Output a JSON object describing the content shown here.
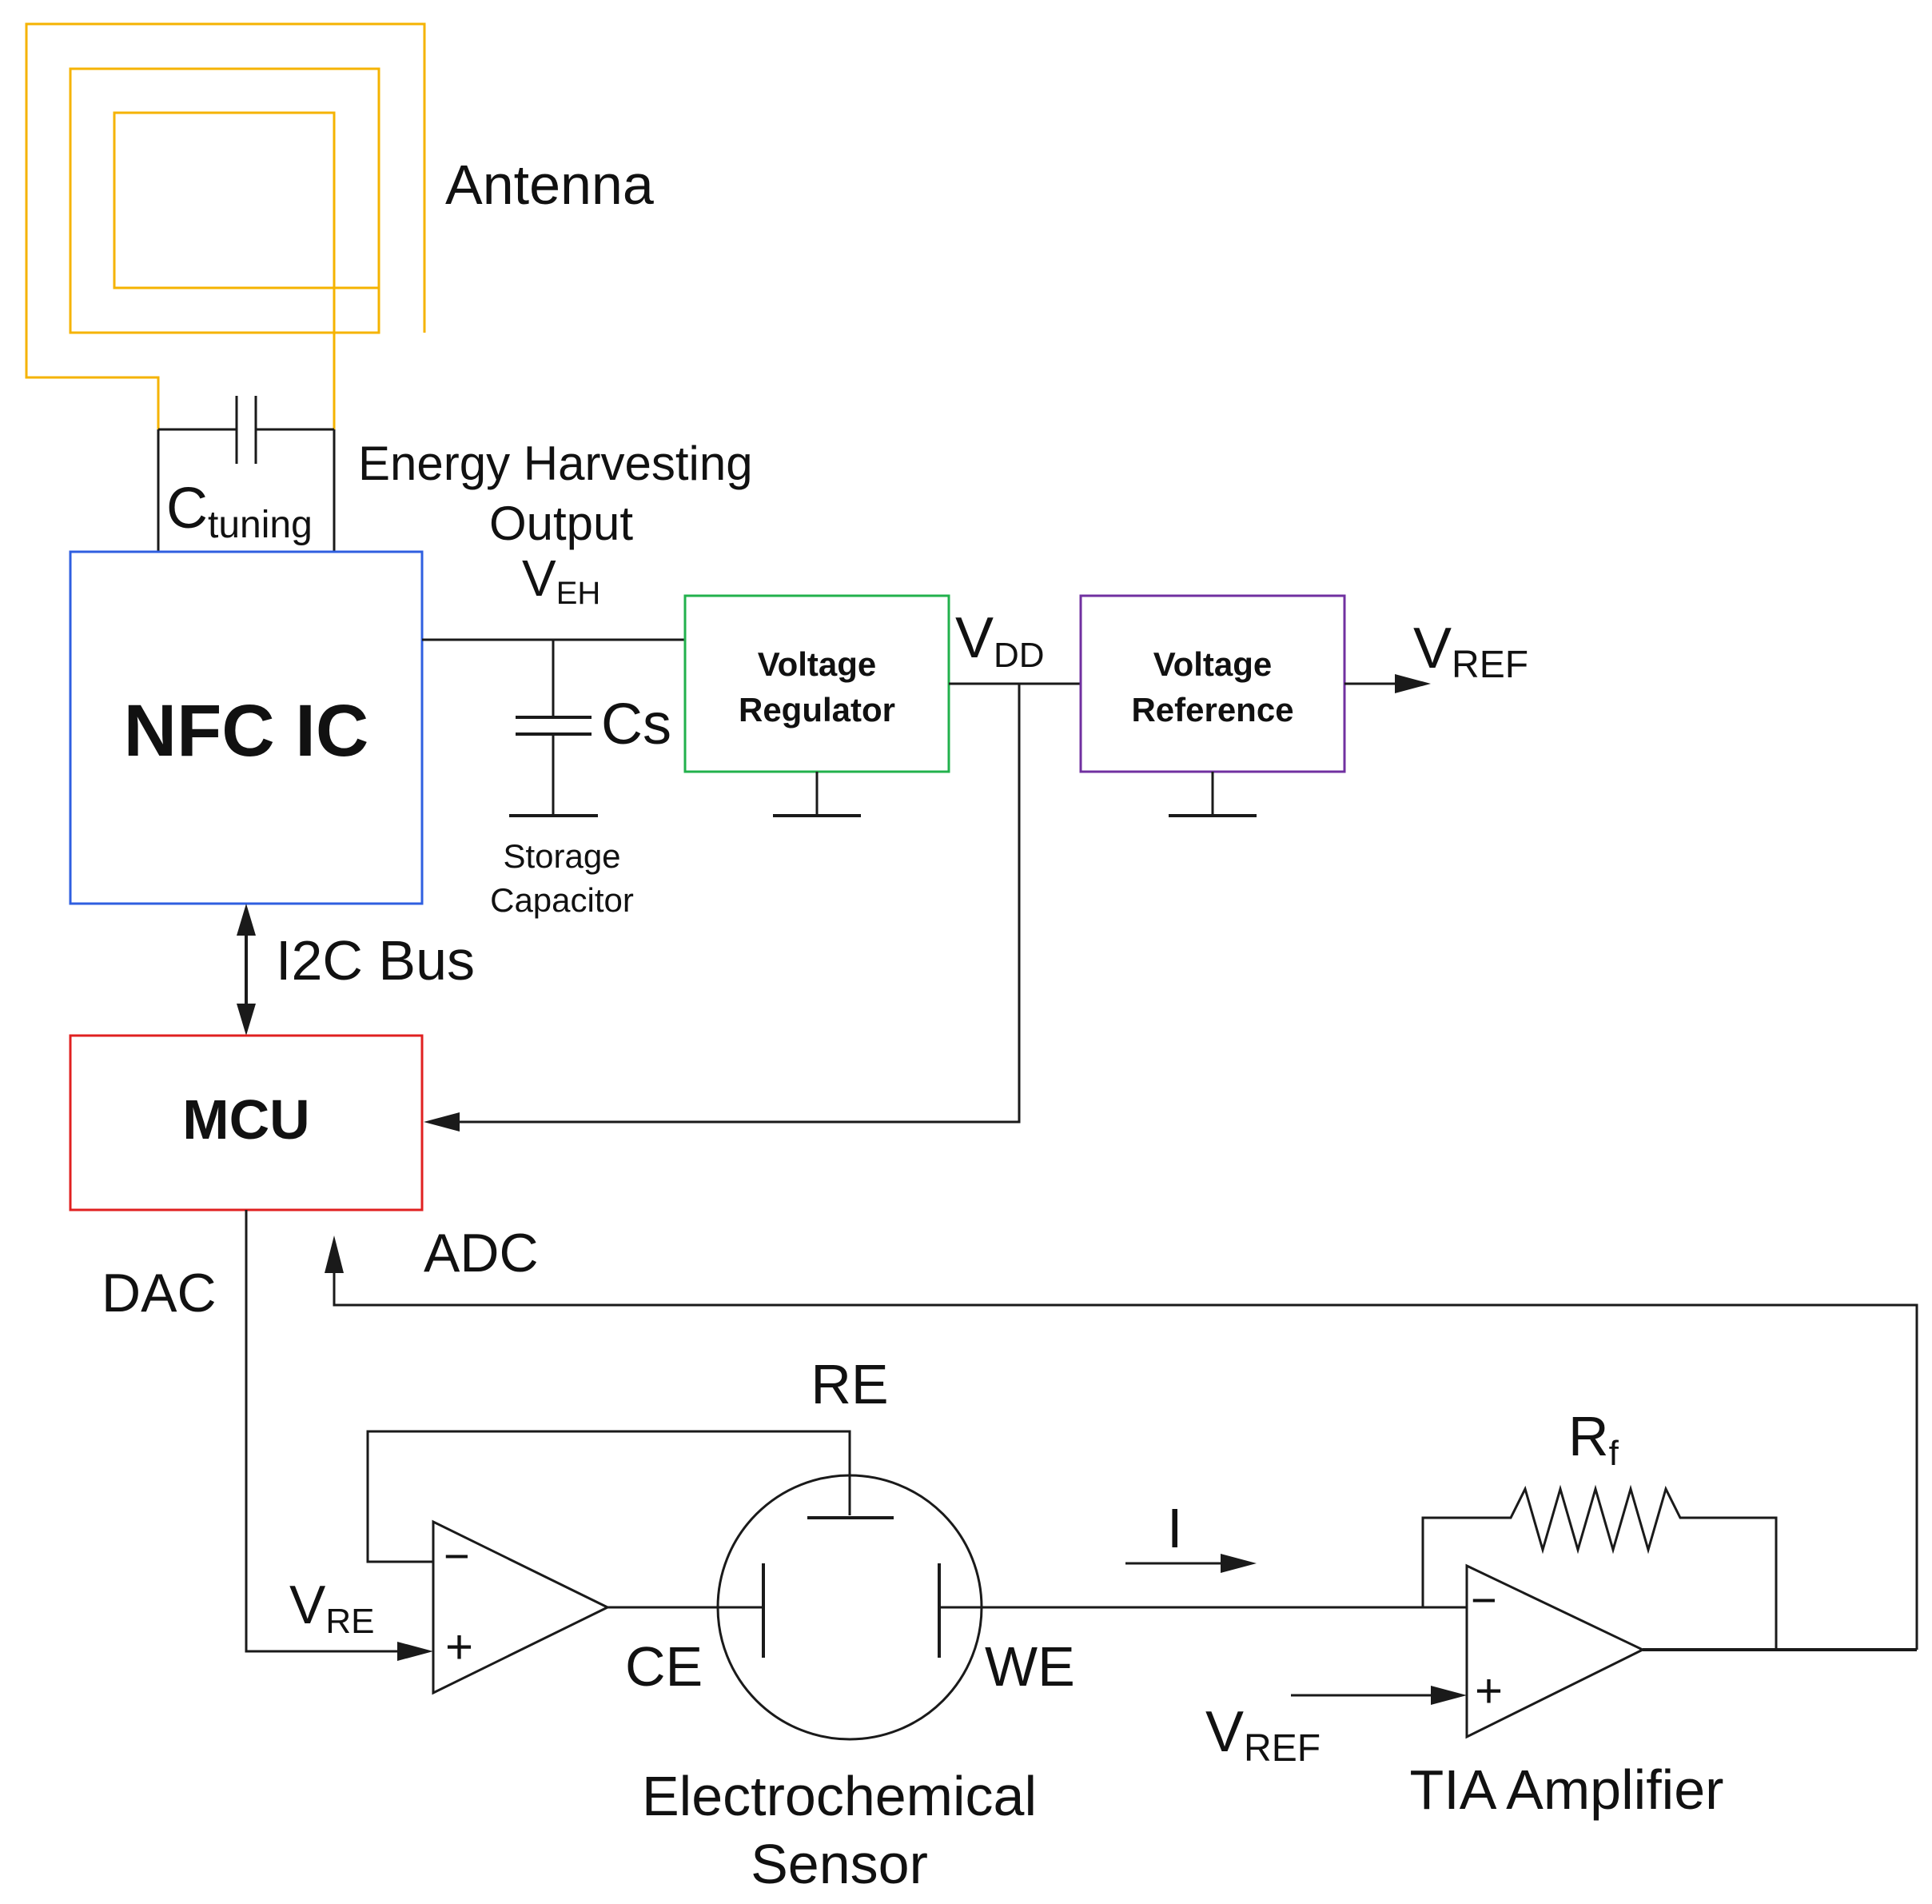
{
  "colors": {
    "antenna": "#f5b301",
    "nfc": "#2f5fe0",
    "mcu": "#e02020",
    "regulator": "#22b14c",
    "reference": "#7030a0",
    "wire": "#1a1a1a"
  },
  "labels": {
    "antenna": "Antenna",
    "c_tuning_main": "C",
    "c_tuning_sub": "tuning",
    "eh_line1": "Energy Harvesting",
    "eh_line2": "Output",
    "veh_main": "V",
    "veh_sub": "EH",
    "cs": "Cs",
    "storage_line1": "Storage",
    "storage_line2": "Capacitor",
    "nfc_ic": "NFC IC",
    "voltage_regulator_line1": "Voltage",
    "voltage_regulator_line2": "Regulator",
    "vdd_main": "V",
    "vdd_sub": "DD",
    "voltage_reference_line1": "Voltage",
    "voltage_reference_line2": "Reference",
    "vref_out_main": "V",
    "vref_out_sub": "REF",
    "i2c": "I2C Bus",
    "mcu": "MCU",
    "dac": "DAC",
    "adc": "ADC",
    "re": "RE",
    "vre_main": "V",
    "vre_sub": "RE",
    "minus": "−",
    "plus": "+",
    "ce": "CE",
    "we": "WE",
    "current": "I",
    "rf_main": "R",
    "rf_sub": "f",
    "vref_in_main": "V",
    "vref_in_sub": "REF",
    "sensor_line1": "Electrochemical",
    "sensor_line2": "Sensor",
    "tia": "TIA Amplifier"
  }
}
